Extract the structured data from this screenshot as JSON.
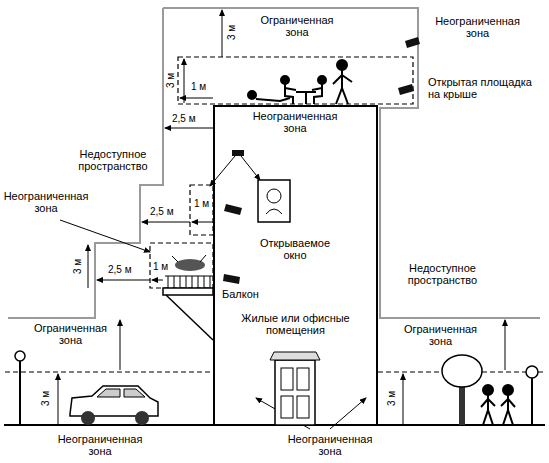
{
  "diagram": {
    "nodes": [
      {
        "text": [
          "Жилые или офисные помещения"
        ]
      }
    ],
    "labels": [
      "Ограниченная зона",
      "Неограниченная зона",
      "3 м",
      "3 м",
      "1 м",
      "Открытая площадка на крыше",
      "2,5 м",
      "Недоступное пространство",
      "Неограниченная зона",
      "2,5 м",
      "1 м",
      "Неограниченная зона",
      "Открываемое окно",
      "3 м",
      "2,5 м",
      "1 м",
      "Балкон",
      "Недоступное пространство",
      "Ограниченная зона",
      "Ограниченная зона",
      "3 м",
      "3 м",
      "Неограниченная зона",
      "Неограниченная зона"
    ]
  }
}
